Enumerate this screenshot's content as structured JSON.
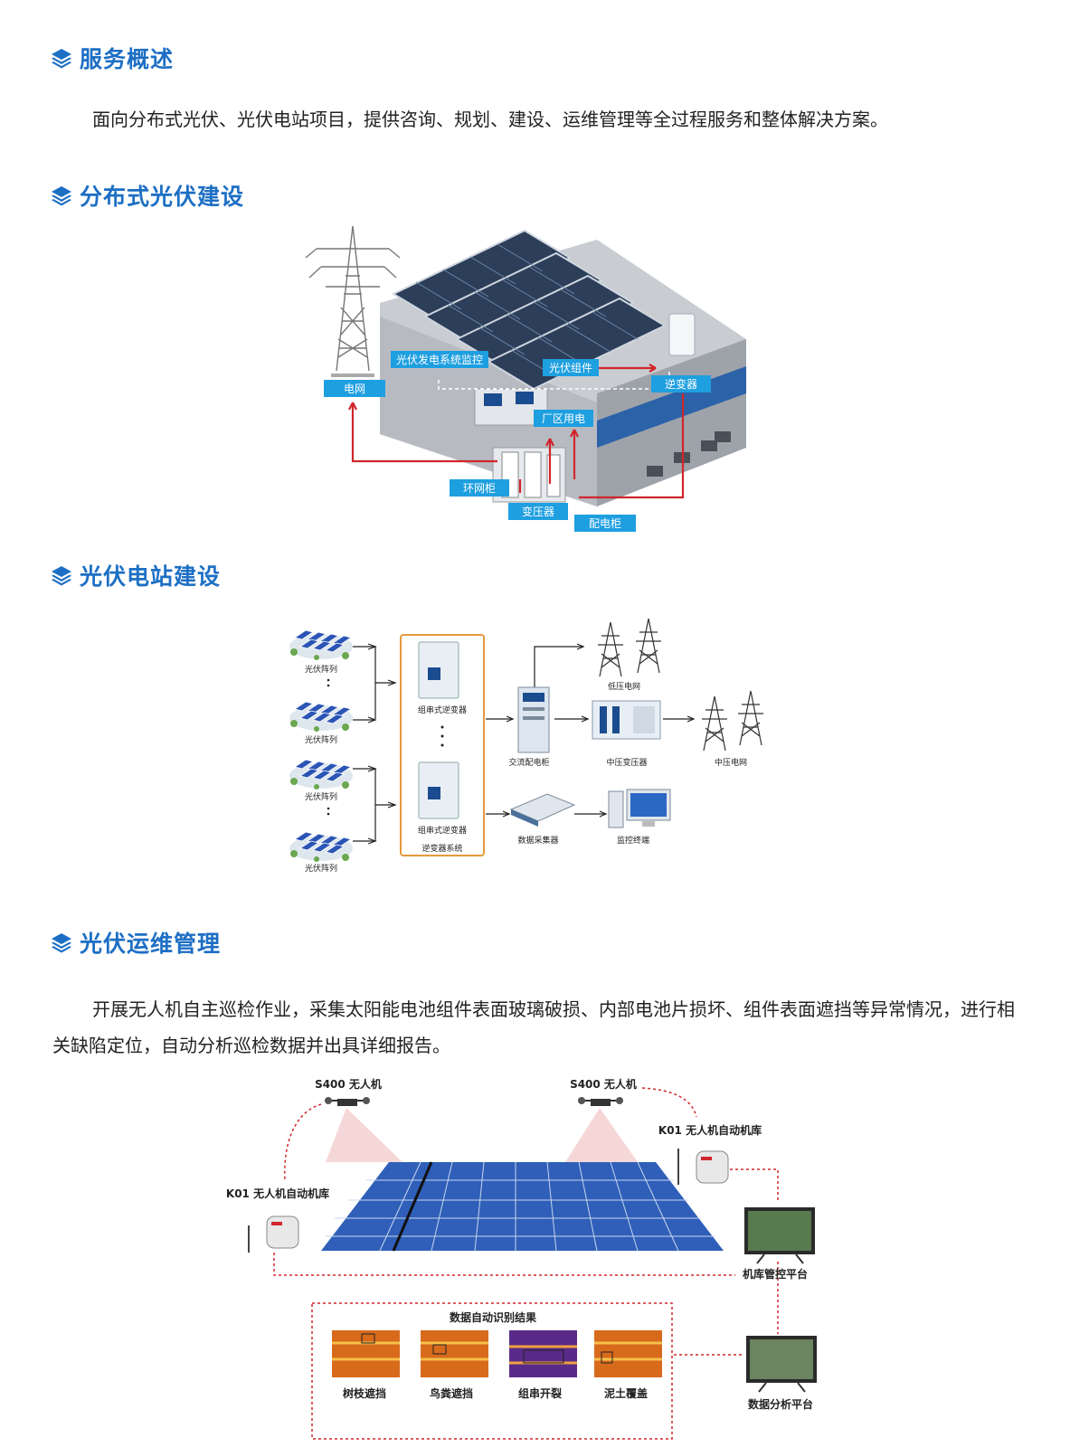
{
  "sections": [
    {
      "title": "服务概述"
    },
    {
      "title": "分布式光伏建设"
    },
    {
      "title": "光伏电站建设"
    },
    {
      "title": "光伏运维管理"
    }
  ],
  "paragraphs": {
    "overview": "面向分布式光伏、光伏电站项目，提供咨询、规划、建设、运维管理等全过程服务和整体解决方案。",
    "om": "开展无人机自主巡检作业，采集太阳能电池组件表面玻璃破损、内部电池片损坏、组件表面遮挡等异常情况，进行相关缺陷定位，自动分析巡检数据并出具详细报告。"
  },
  "fig1": {
    "labels": {
      "monitor": "光伏发电系统监控",
      "module": "光伏组件",
      "grid": "电网",
      "inverter": "逆变器",
      "plant_power": "厂区用电",
      "ring_cabinet": "环网柜",
      "transformer": "变压器",
      "dist_cabinet": "配电柜"
    },
    "colors": {
      "label_bg": "#1e9fe0",
      "arrow": "#d0262c",
      "building": "#c9ccd1",
      "stripe": "#2b62a8"
    }
  },
  "fig2": {
    "arrays": [
      "光伏阵列",
      "光伏阵列",
      "光伏阵列",
      "光伏阵列"
    ],
    "inverter": "组串式逆变器",
    "inverter2": "组串式逆变器",
    "system": "逆变器系统",
    "ac_cabinet": "交流配电柜",
    "lv_grid": "低压电网",
    "mv_transformer": "中压变压器",
    "mv_grid": "中压电网",
    "collector": "数据采集器",
    "terminal": "监控终端",
    "colors": {
      "box": "#e69a3c"
    }
  },
  "fig3": {
    "drone_left": "S400 无人机",
    "drone_right": "S400 无人机",
    "hangar_left": "K01 无人机自动机库",
    "hangar_right": "K01 无人机自动机库",
    "hangar_platform": "机库管控平台",
    "results_title": "数据自动识别结果",
    "results": [
      "树枝遮挡",
      "鸟粪遮挡",
      "组串开裂",
      "泥土覆盖"
    ],
    "analysis_platform": "数据分析平台",
    "colors": {
      "dash": "#d0262c",
      "panel": "#2f5fb8"
    }
  }
}
